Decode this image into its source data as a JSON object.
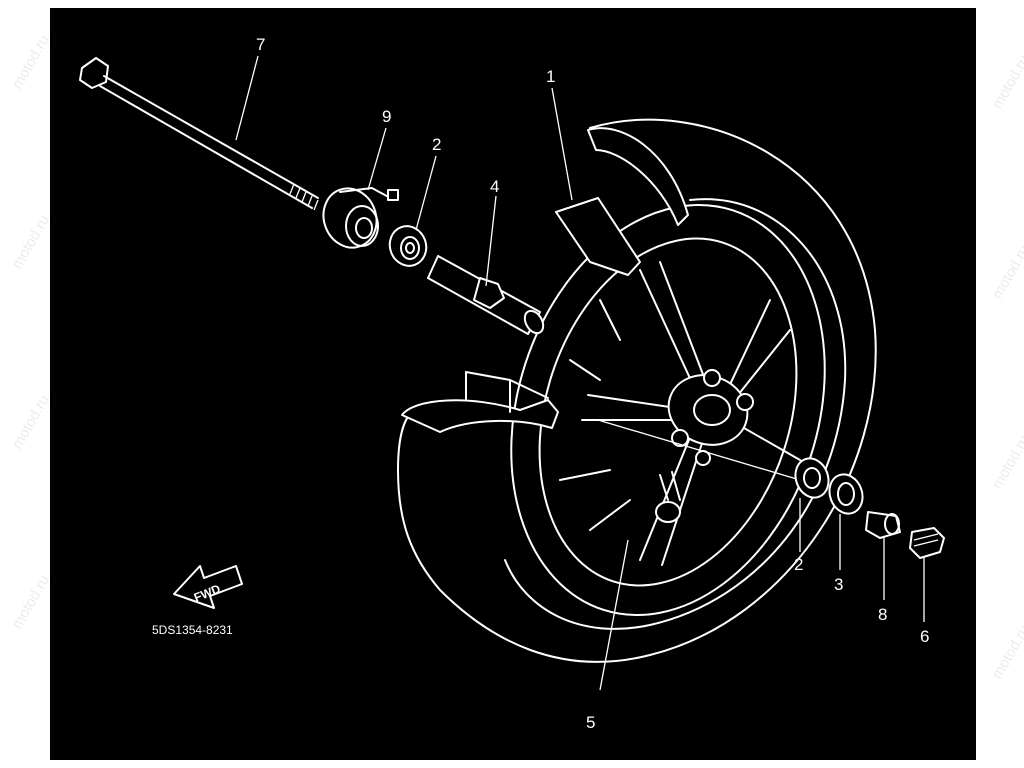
{
  "watermark": "motod.ru",
  "diagram_code": "5DS1354-8231",
  "fwd_label": "FWD",
  "colors": {
    "background": "#000000",
    "lines": "#ffffff",
    "margin": "#ffffff"
  },
  "callouts": [
    {
      "id": "callout-7",
      "label": "7"
    },
    {
      "id": "callout-9",
      "label": "9"
    },
    {
      "id": "callout-2-left",
      "label": "2"
    },
    {
      "id": "callout-4",
      "label": "4"
    },
    {
      "id": "callout-1",
      "label": "1"
    },
    {
      "id": "callout-2-right",
      "label": "2"
    },
    {
      "id": "callout-3",
      "label": "3"
    },
    {
      "id": "callout-8",
      "label": "8"
    },
    {
      "id": "callout-6",
      "label": "6"
    },
    {
      "id": "callout-5",
      "label": "5"
    }
  ]
}
